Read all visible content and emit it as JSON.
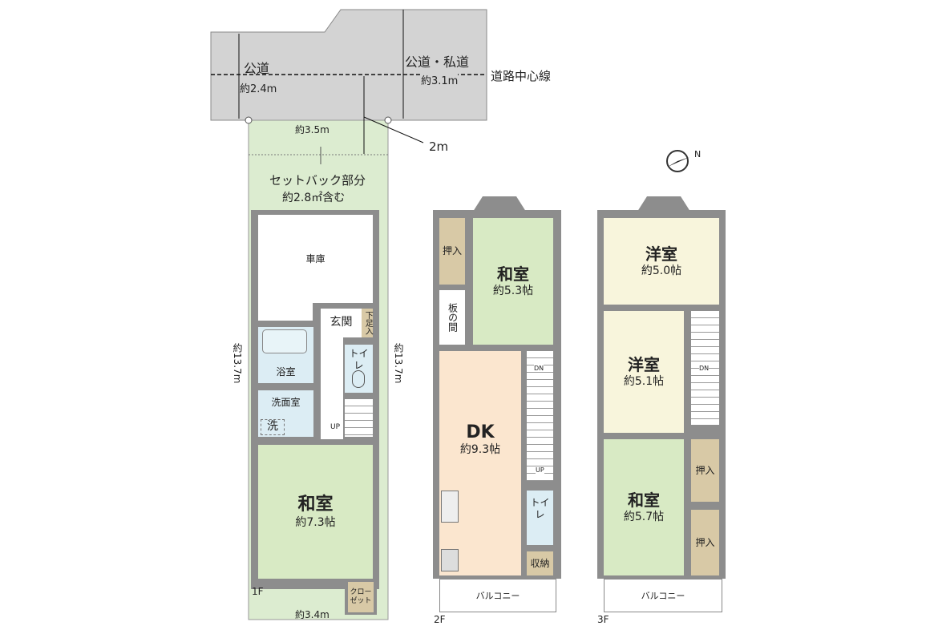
{
  "road": {
    "left_label": "公道",
    "left_width": "約2.4m",
    "right_label": "公道・私道",
    "right_width": "約3.1m",
    "centerline_label": "道路中心線",
    "setback_distance": "2m"
  },
  "lot": {
    "front_width": "約3.5m",
    "back_width": "約3.4m",
    "depth_left": "約13.7m",
    "depth_right": "約13.7m",
    "setback_label": "セットバック部分",
    "setback_area": "約2.8㎡含む"
  },
  "floor1": {
    "label": "1F",
    "garage": "車庫",
    "entrance": "玄関",
    "shoe": "下足入",
    "toilet": "トイレ",
    "bath": "浴室",
    "washroom": "洗面室",
    "washer": "洗",
    "up": "UP",
    "room": {
      "name": "和室",
      "size": "約7.3帖"
    },
    "closet": "クローゼット"
  },
  "floor2": {
    "label": "2F",
    "closet": "押入",
    "wood": "板の間",
    "room": {
      "name": "和室",
      "size": "約5.3帖"
    },
    "dk": {
      "name": "DK",
      "size": "約9.3帖"
    },
    "dn": "DN",
    "up": "UP",
    "toilet": "トイレ",
    "storage": "収納",
    "balcony": "バルコニー"
  },
  "floor3": {
    "label": "3F",
    "room1": {
      "name": "洋室",
      "size": "約5.0帖"
    },
    "room2": {
      "name": "洋室",
      "size": "約5.1帖"
    },
    "room3": {
      "name": "和室",
      "size": "約5.7帖"
    },
    "dn": "DN",
    "closet1": "押入",
    "closet2": "押入",
    "balcony": "バルコニー"
  },
  "compass": {
    "label": "N"
  },
  "colors": {
    "road": "#d3d3d3",
    "lot": "#dcecd0",
    "tatami": "#d8eac4",
    "western": "#f8f5dc",
    "water": "#dcedf4",
    "storage": "#d8c9a6",
    "dk": "#fbe6cf",
    "wall": "#8d8d8d"
  }
}
